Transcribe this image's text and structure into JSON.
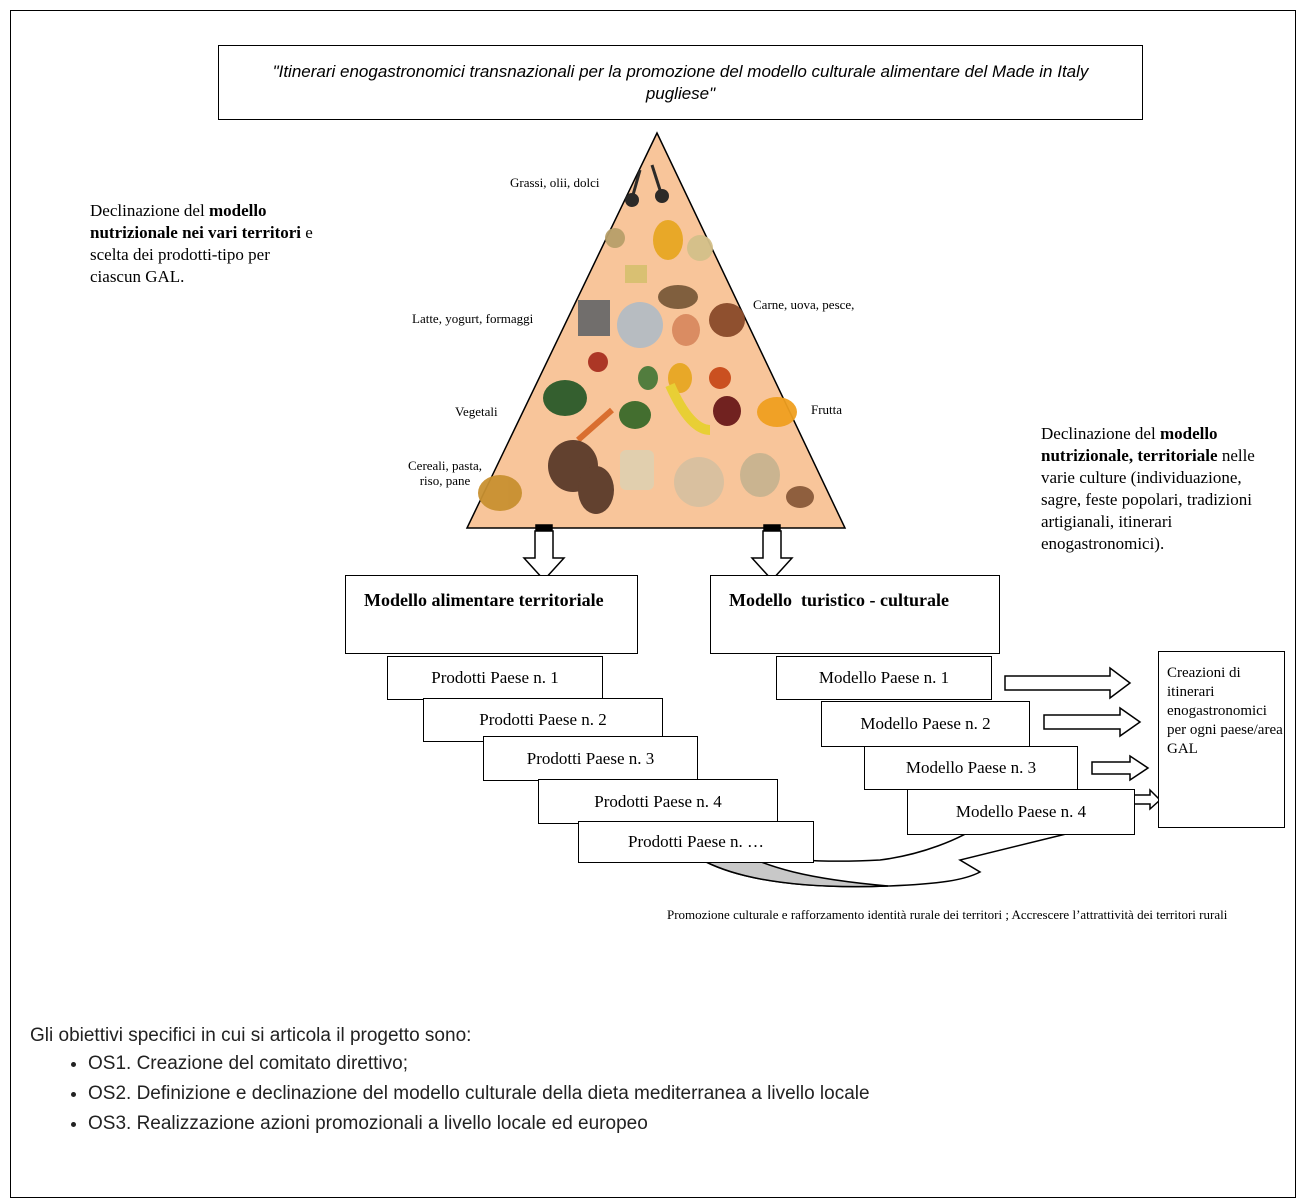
{
  "title": "\"Itinerari enogastronomici transnazionali per la promozione del modello culturale alimentare del Made in Italy pugliese\"",
  "left_note": {
    "before": "Declinazione del ",
    "bold": "modello nutrizionale nei vari territori",
    "after": " e scelta dei prodotti-tipo per ciascun GAL."
  },
  "right_note": {
    "before": "Declinazione del ",
    "bold": "modello nutrizionale, territoriale",
    "after": " nelle varie culture (individuazione, sagre, feste popolari, tradizioni artigianali, itinerari enogastronomici)."
  },
  "pyramid": {
    "fill_color": "#f8c59a",
    "labels": {
      "top": "Grassi, olii, dolci",
      "dairy": "Latte, yogurt, formaggi",
      "meat": "Carne, uova, pesce,",
      "veg": "Vegetali",
      "fruit": "Frutta",
      "cereals": "Cereali, pasta, riso, pane"
    }
  },
  "models": {
    "food": "Modello alimentare territoriale",
    "tourism": "Modello  turistico - culturale"
  },
  "products": [
    "Prodotti Paese n. 1",
    "Prodotti Paese n. 2",
    "Prodotti Paese n. 3",
    "Prodotti Paese n. 4",
    "Prodotti Paese n. …"
  ],
  "model_countries": [
    "Modello Paese n. 1",
    "Modello Paese n. 2",
    "Modello Paese n. 3",
    "Modello Paese n. 4"
  ],
  "itinerary_box": "Creazioni di itinerari enogastronomici per ogni paese/area GAL",
  "bottom_note": "Promozione culturale e rafforzamento identità rurale dei territori ; Accrescere l’attrattività dei territori rurali",
  "objectives": {
    "intro": "Gli obiettivi specifici in cui si articola il progetto sono:",
    "items": [
      "OS1. Creazione del comitato direttivo;",
      "OS2. Definizione e declinazione del modello culturale della dieta mediterranea a livello locale",
      "OS3. Realizzazione azioni promozionali a livello locale ed europeo"
    ]
  }
}
